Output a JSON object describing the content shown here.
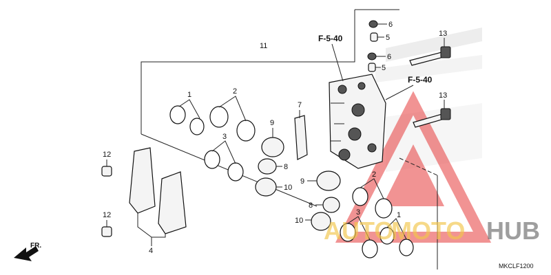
{
  "diagram": {
    "diagram_code": "MKCLF1200",
    "direction_label": "FR.",
    "reference_labels": [
      "F-5-40",
      "F-5-40"
    ],
    "part_numbers": [
      "1",
      "2",
      "3",
      "1",
      "2",
      "3",
      "4",
      "5",
      "5",
      "6",
      "6",
      "7",
      "8",
      "8",
      "9",
      "9",
      "10",
      "10",
      "11",
      "12",
      "12",
      "13",
      "13"
    ]
  },
  "watermark": {
    "text_part1": "AUTO",
    "text_part2": "MOTO",
    "text_part3": "HUB",
    "color_red": "#e63b3b",
    "color_gold": "#f2c64a",
    "color_gray": "#6b6b6b"
  }
}
